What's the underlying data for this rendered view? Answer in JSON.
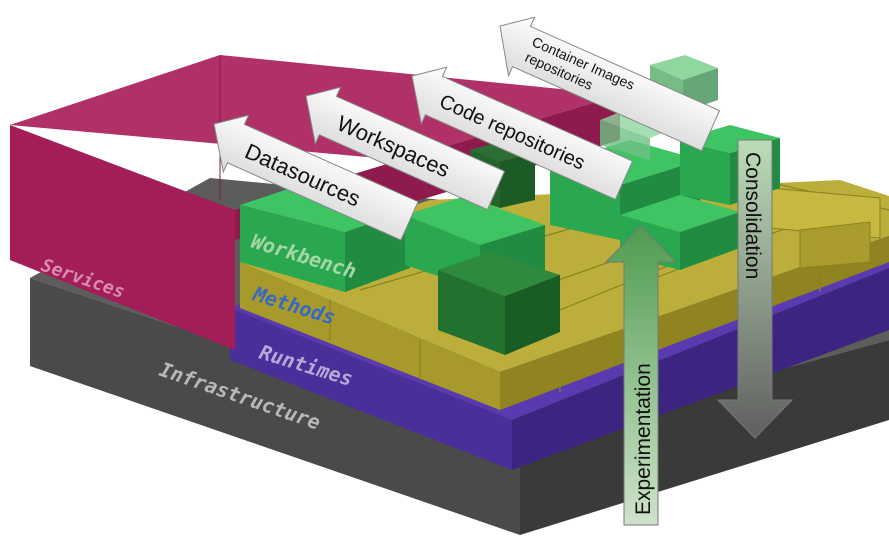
{
  "layers": {
    "infrastructure": "Infrastructure",
    "runtimes": "Runtimes",
    "methods": "Methods",
    "workbench": "Workbench",
    "services": "Services"
  },
  "arrows": {
    "datasources": "Datasources",
    "workspaces": "Workspaces",
    "code_repositories": "Code repositories",
    "container_images_line1": "Container Images",
    "container_images_line2": "repositories",
    "experimentation": "Experimentation",
    "consolidation": "Consolidation"
  },
  "colors": {
    "infrastructure": "#4a4a4a",
    "runtimes": "#4a2e9a",
    "methods": "#a79a2a",
    "workbench": "#2aa84f",
    "services": "#a31e59",
    "arrow_fill": "#f2f2f2",
    "vertical_arrow": "#7fae7a"
  }
}
